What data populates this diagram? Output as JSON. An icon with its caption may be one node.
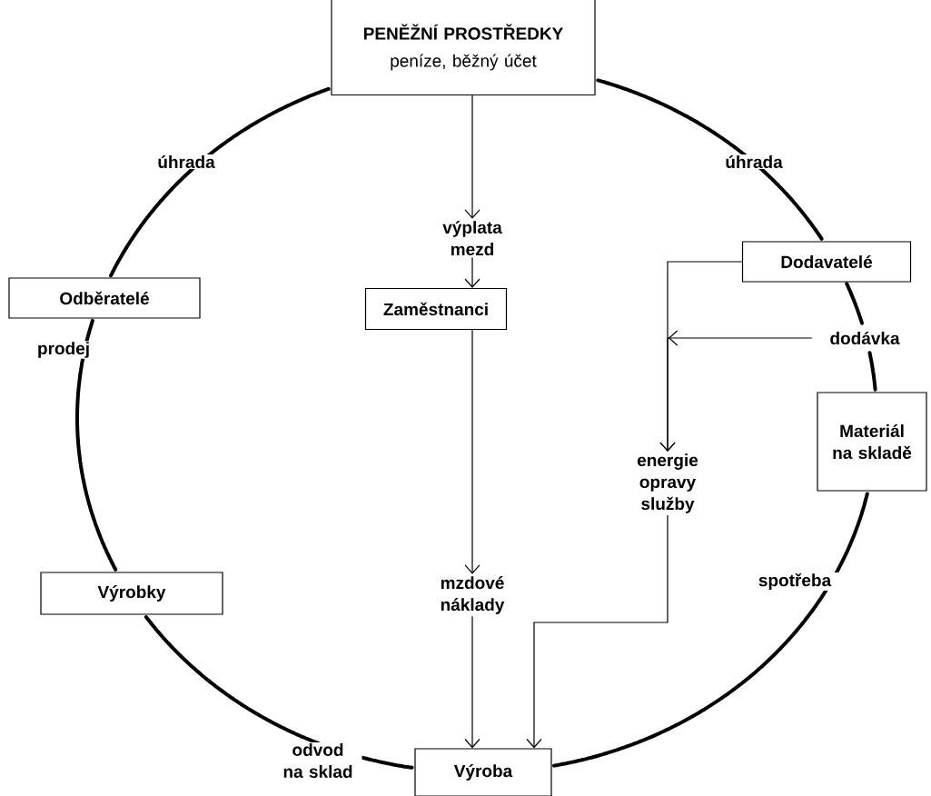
{
  "diagram": {
    "nodes": [
      {
        "text": [
          "PENĚŽNÍ PROSTŘEDKY",
          "peníze, běžný účet"
        ]
      },
      {
        "text": [
          "Odběratelé"
        ]
      },
      {
        "text": [
          "Zaměstnanci"
        ]
      },
      {
        "text": [
          "Dodavatelé"
        ]
      },
      {
        "text": [
          "Materiál na skladě"
        ]
      },
      {
        "text": [
          "Výrobky"
        ]
      },
      {
        "text": [
          "Výroba"
        ]
      },
      {
        "text": [
          "výplata mezd"
        ]
      },
      {
        "text": [
          "dodávka"
        ]
      },
      {
        "text": [
          "energie opravy služby"
        ]
      },
      {
        "text": [
          "mzdové náklady"
        ]
      }
    ],
    "edges": [
      {
        "from": 0,
        "to": 7,
        "arrow": "to"
      },
      {
        "from": 7,
        "to": 2,
        "arrow": "to"
      },
      {
        "from": 2,
        "to": 10,
        "arrow": "to"
      },
      {
        "from": 10,
        "to": 6,
        "arrow": "to"
      },
      {
        "from": 3,
        "to": 9,
        "arrow": "to"
      },
      {
        "from": 8,
        "to": 9,
        "arrow": "to"
      },
      {
        "from": 9,
        "to": 6,
        "arrow": "to"
      },
      {
        "from": 0,
        "to": 3,
        "arrow": "none",
        "style": "thick",
        "label": "úhrada"
      },
      {
        "from": 3,
        "to": 8,
        "arrow": "none",
        "style": "thick"
      },
      {
        "from": 8,
        "to": 4,
        "arrow": "none",
        "style": "thick"
      },
      {
        "from": 4,
        "to": 6,
        "arrow": "none",
        "style": "thick",
        "label": "spotřeba"
      },
      {
        "from": 6,
        "to": 5,
        "arrow": "none",
        "style": "thick",
        "label": "odvod na sklad"
      },
      {
        "from": 5,
        "to": 1,
        "arrow": "none",
        "style": "thick",
        "label": "prodej"
      },
      {
        "from": 1,
        "to": 0,
        "arrow": "none",
        "style": "thick",
        "label": "úhrada"
      }
    ]
  }
}
